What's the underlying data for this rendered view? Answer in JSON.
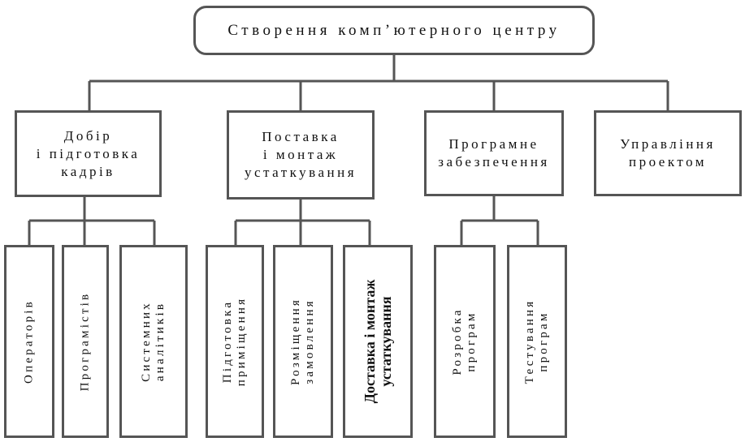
{
  "root": {
    "title": "Створення комп’ютерного центру"
  },
  "categories": [
    {
      "lines": [
        "Добір",
        "і підготовка",
        "кадрів"
      ]
    },
    {
      "lines": [
        "Поставка",
        "і монтаж",
        "устаткування"
      ]
    },
    {
      "lines": [
        "Програмне",
        "забезпечення"
      ]
    },
    {
      "lines": [
        "Управління",
        "проектом"
      ]
    }
  ],
  "leaves": [
    {
      "lines": [
        "Операторів"
      ]
    },
    {
      "lines": [
        "Програмістів"
      ]
    },
    {
      "lines": [
        "Системних",
        "аналітиків"
      ]
    },
    {
      "lines": [
        "Підготовка",
        "приміщення"
      ]
    },
    {
      "lines": [
        "Розміщення",
        "замовлення"
      ]
    },
    {
      "lines": [
        "Доставка і монтаж",
        "устаткування"
      ]
    },
    {
      "lines": [
        "Розробка",
        "програм"
      ]
    },
    {
      "lines": [
        "Тестування",
        "програм"
      ]
    }
  ]
}
